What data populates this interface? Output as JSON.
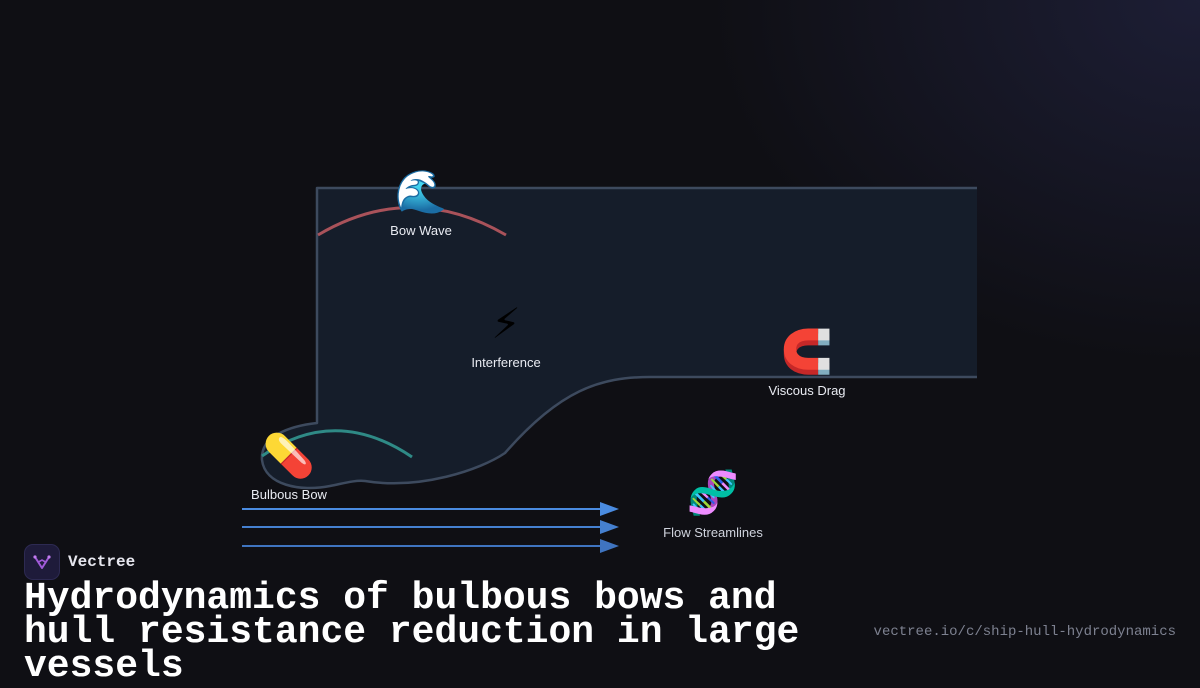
{
  "diagram": {
    "nodes": [
      {
        "id": "bow-wave",
        "icon": "wave-icon",
        "glyph": "🌊",
        "label": "Bow Wave"
      },
      {
        "id": "interference",
        "icon": "lightning-icon",
        "glyph": "⚡",
        "label": "Interference"
      },
      {
        "id": "viscous-drag",
        "icon": "magnet-icon",
        "glyph": "🧲",
        "label": "Viscous Drag"
      },
      {
        "id": "bulbous-bow",
        "icon": "capsule-icon",
        "glyph": "💊",
        "label": "Bulbous Bow"
      },
      {
        "id": "flow-streamlines",
        "icon": "dna-icon",
        "glyph": "🧬",
        "label": "Flow Streamlines"
      }
    ],
    "colors": {
      "hull_fill": "#151d2a",
      "hull_stroke": "#3d4a5e",
      "bow_wave_arc": "#a9525a",
      "bulb_wave_arc": "#2f8a86",
      "streamline": "#4a8be0"
    }
  },
  "brand": {
    "name": "Vectree",
    "logo_icon": "vectree-logo-icon",
    "logo_color": "#a05ad8"
  },
  "footer": {
    "title": "Hydrodynamics of bulbous bows and hull resistance reduction in large vessels",
    "url": "vectree.io/c/ship-hull-hydrodynamics"
  }
}
